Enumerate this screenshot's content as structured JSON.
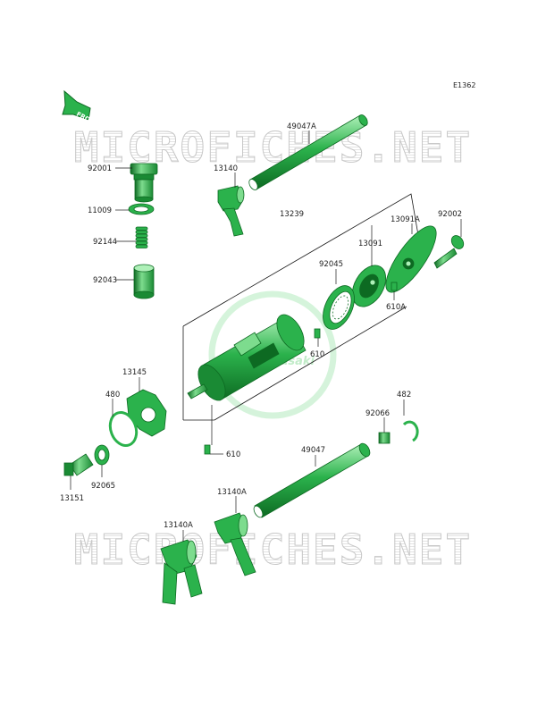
{
  "diagram_code": "E1362",
  "front_arrow_label": "FRONT",
  "watermark": {
    "text": "MICROFICHES.NET"
  },
  "center_logo": {
    "text": "Kawasaki"
  },
  "colors": {
    "part_green": "#2bb24c",
    "part_dark": "#0d6a22",
    "line": "#1a1a1a",
    "watermark": "#c8c8c8"
  },
  "parts": [
    {
      "id": "p-49047a",
      "number": "49047A"
    },
    {
      "id": "p-13140",
      "number": "13140"
    },
    {
      "id": "p-92001",
      "number": "92001"
    },
    {
      "id": "p-11009",
      "number": "11009"
    },
    {
      "id": "p-92144",
      "number": "92144"
    },
    {
      "id": "p-92043",
      "number": "92043"
    },
    {
      "id": "p-13239",
      "number": "13239"
    },
    {
      "id": "p-92002",
      "number": "92002"
    },
    {
      "id": "p-13091a",
      "number": "13091A"
    },
    {
      "id": "p-13091",
      "number": "13091"
    },
    {
      "id": "p-92045",
      "number": "92045"
    },
    {
      "id": "p-610a",
      "number": "610A"
    },
    {
      "id": "p-610-top",
      "number": "610"
    },
    {
      "id": "p-13145",
      "number": "13145"
    },
    {
      "id": "p-480",
      "number": "480"
    },
    {
      "id": "p-482",
      "number": "482"
    },
    {
      "id": "p-92066",
      "number": "92066"
    },
    {
      "id": "p-610-bottom",
      "number": "610"
    },
    {
      "id": "p-49047",
      "number": "49047"
    },
    {
      "id": "p-92065",
      "number": "92065"
    },
    {
      "id": "p-13151",
      "number": "13151"
    },
    {
      "id": "p-13140a-right",
      "number": "13140A"
    },
    {
      "id": "p-13140a-left",
      "number": "13140A"
    }
  ]
}
